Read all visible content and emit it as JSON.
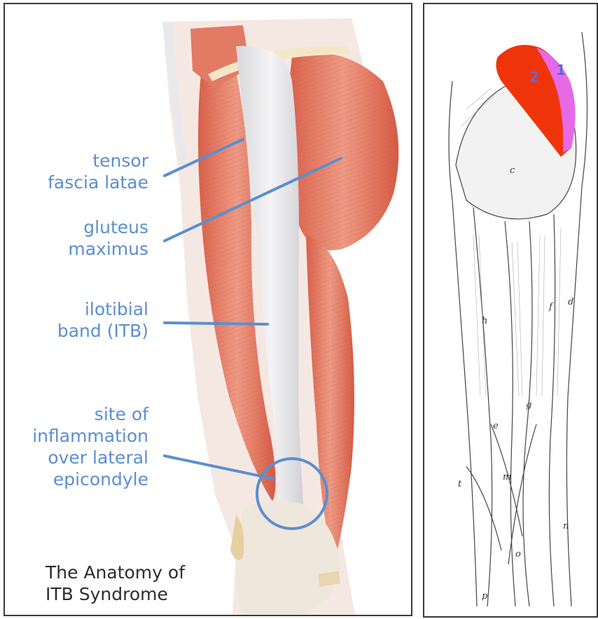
{
  "left_panel": {
    "labels": {
      "tensor": [
        "tensor",
        "fascia latae"
      ],
      "gluteus": [
        "gluteus",
        "maximus"
      ],
      "itb": [
        "ilotibial",
        "band (ITB)"
      ],
      "site": [
        "site of",
        "inflammation",
        "over lateral",
        "epicondyle"
      ]
    },
    "caption": [
      "The Anatomy of",
      "ITB Syndrome"
    ],
    "colors": {
      "label": "#5b8fcf",
      "muscle": "#e27a64",
      "tendon": "#e8e8ea"
    }
  },
  "right_panel": {
    "numbers": [
      "1",
      "2"
    ],
    "letters": [
      "c",
      "h",
      "f",
      "d",
      "g",
      "e",
      "m",
      "n",
      "p",
      "o",
      "t"
    ],
    "colors": {
      "region_1": "#e66ae6",
      "region_2": "#f0340a"
    }
  }
}
